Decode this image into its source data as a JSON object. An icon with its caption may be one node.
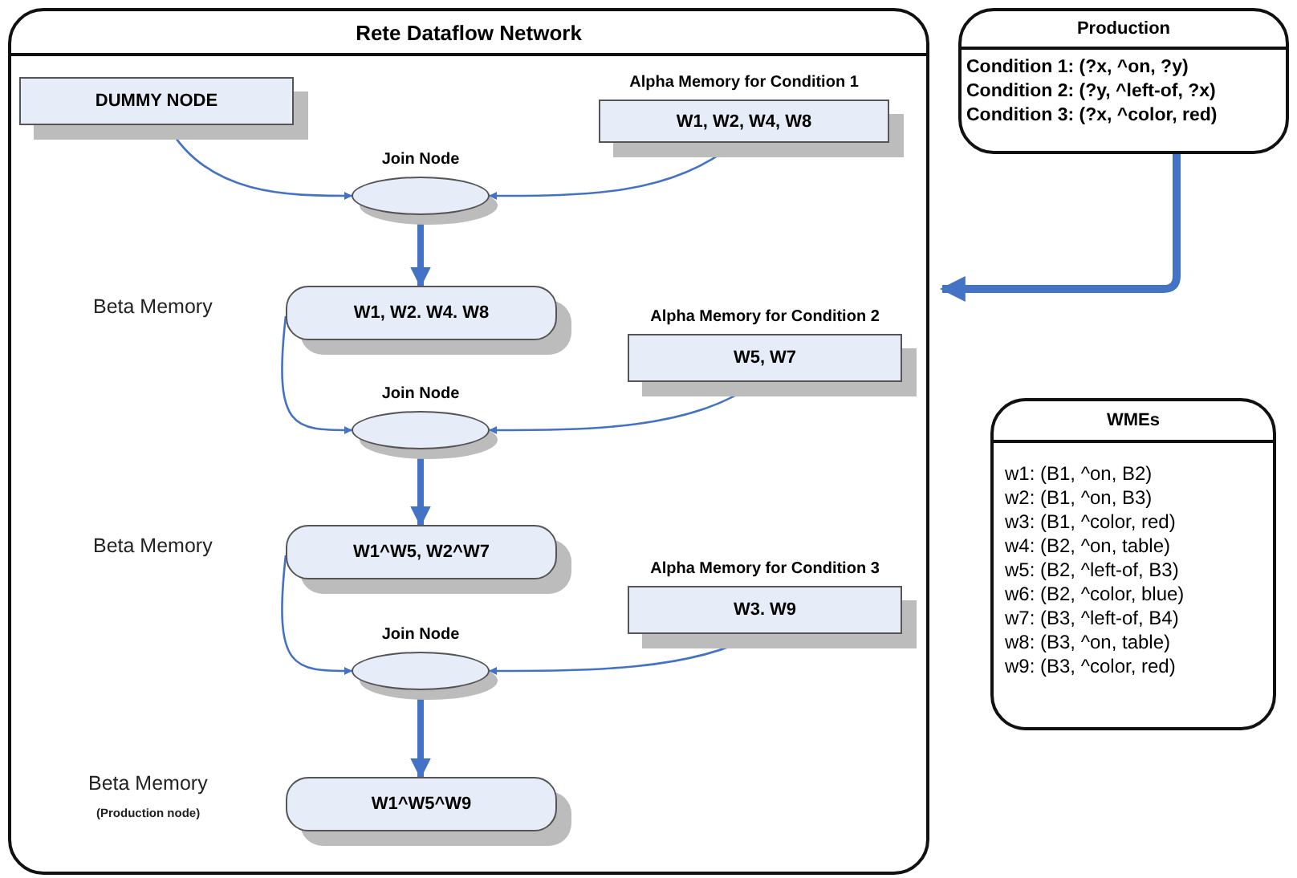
{
  "diagram": {
    "nodes": [
      {
        "text": [
          "Rete Dataflow Network"
        ]
      },
      {
        "text": [
          "DUMMY NODE"
        ],
        "in": 0
      },
      {
        "text": [
          "Alpha Memory for Condition 1",
          "W1, W2, W4, W8"
        ],
        "in": 0
      },
      {
        "text": [
          "Join Node"
        ],
        "in": 0
      },
      {
        "text": [
          "W1, W2. W4. W8"
        ],
        "beside": [
          "Beta Memory"
        ],
        "in": 0
      },
      {
        "text": [
          "Alpha Memory for Condition 2",
          "W5, W7"
        ],
        "in": 0
      },
      {
        "text": [
          "Join Node"
        ],
        "in": 0
      },
      {
        "text": [
          "W1^W5, W2^W7"
        ],
        "beside": [
          "Beta Memory"
        ],
        "in": 0
      },
      {
        "text": [
          "Alpha Memory for Condition 3",
          "W3. W9"
        ],
        "in": 0
      },
      {
        "text": [
          "Join Node"
        ],
        "in": 0
      },
      {
        "text": [
          "W1^W5^W9"
        ],
        "beside": [
          "Beta Memory",
          "(Production node)"
        ],
        "in": 0
      },
      {
        "text": [
          "Production",
          "Condition 1: (?x, ^on, ?y)",
          "Condition 2: (?y, ^left-of, ?x)",
          "Condition 3: (?x, ^color, red)"
        ]
      },
      {
        "text": [
          "WMEs",
          "w1: (B1, ^on, B2)",
          "w2: (B1, ^on, B3)",
          "w3: (B1, ^color, red)",
          "w4: (B2, ^on, table)",
          "w5: (B2, ^left-of, B3)",
          "w6: (B2, ^color, blue)",
          "w7: (B3, ^left-of, B4)",
          "w8: (B3, ^on, table)",
          "w9: (B3, ^color, red)"
        ]
      }
    ],
    "edges": [
      {
        "from": 1,
        "to": 3,
        "arrow": "to"
      },
      {
        "from": 2,
        "to": 3,
        "arrow": "to"
      },
      {
        "from": 3,
        "to": 4,
        "arrow": "to",
        "style": "thick"
      },
      {
        "from": 4,
        "to": 6,
        "arrow": "to"
      },
      {
        "from": 5,
        "to": 6,
        "arrow": "to"
      },
      {
        "from": 6,
        "to": 7,
        "arrow": "to",
        "style": "thick"
      },
      {
        "from": 7,
        "to": 9,
        "arrow": "to"
      },
      {
        "from": 8,
        "to": 9,
        "arrow": "to"
      },
      {
        "from": 9,
        "to": 10,
        "arrow": "to",
        "style": "thick"
      },
      {
        "from": 11,
        "to": 0,
        "arrow": "to",
        "style": "thick"
      }
    ]
  }
}
